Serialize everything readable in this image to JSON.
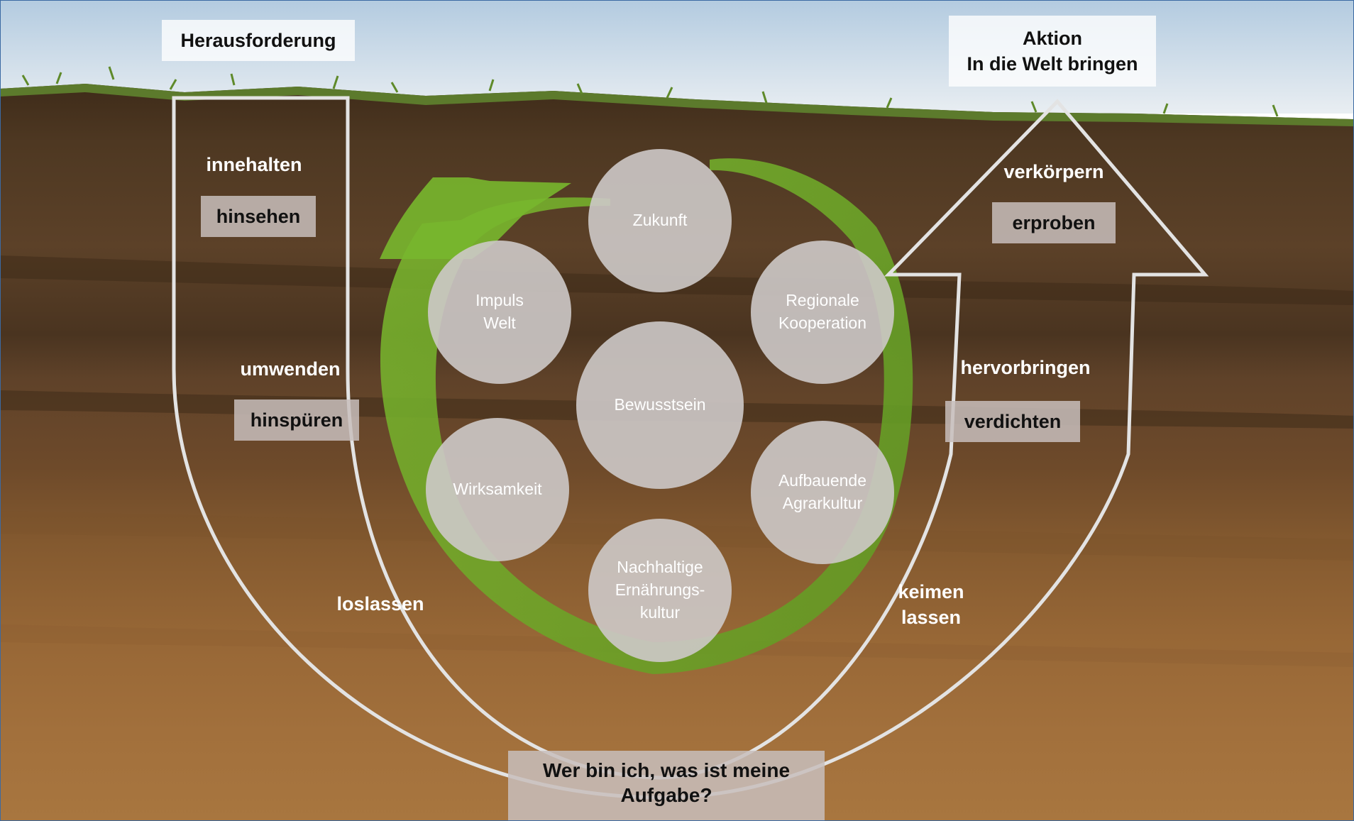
{
  "colors": {
    "sky_top": "#b7cfe2",
    "sky_bottom": "#e8eef2",
    "grass": "#5f7f2e",
    "topsoil": "#4a3520",
    "soil_mid": "#6b4a2c",
    "soil_low": "#9a6a3a",
    "cycle_arrow": "#74b52b",
    "u_outline": "#e2e2e2",
    "circle_fill": "#cdc9c8",
    "label_box": "#c8bebc",
    "frame": "#3b6aa3"
  },
  "headers": {
    "left": "Herausforderung",
    "right_line1": "Aktion",
    "right_line2": "In die Welt bringen"
  },
  "left_side": {
    "step1_label": "innehalten",
    "step1_box": "hinsehen",
    "step2_label": "umwenden",
    "step2_box": "hinspüren",
    "step3_label": "loslassen"
  },
  "right_side": {
    "step1_label": "verkörpern",
    "step1_box": "erproben",
    "step2_label": "hervorbringen",
    "step2_box": "verdichten",
    "step3_label": "keimen\nlassen"
  },
  "bottom_question": "Wer bin ich, was ist meine\nAufgabe?",
  "circles": {
    "top": "Zukunft",
    "upper_left": "Impuls\nWelt",
    "upper_right": "Regionale\nKooperation",
    "center": "Bewusstsein",
    "lower_left": "Wirksamkeit",
    "lower_right": "Aufbauende\nAgrarkultur",
    "bottom": "Nachhaltige\nErnährungs-\nkultur"
  }
}
